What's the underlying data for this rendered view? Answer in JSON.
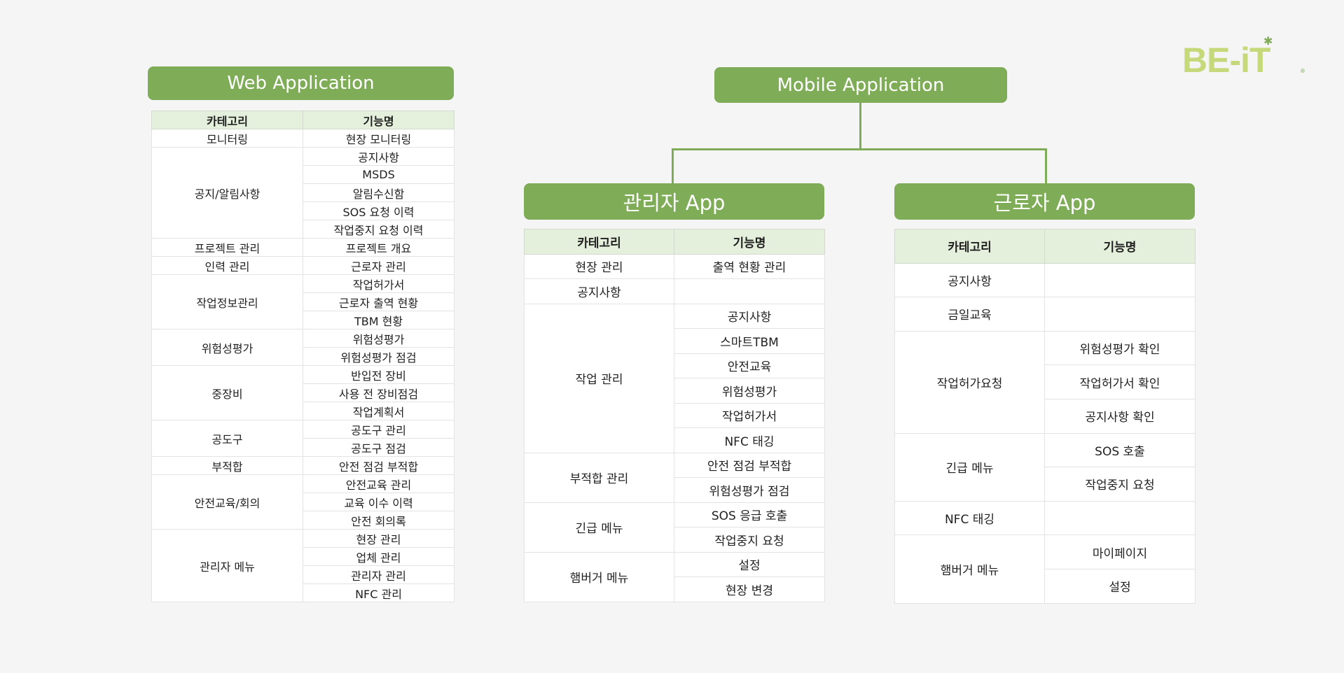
{
  "logo": {
    "text": "BE-iT"
  },
  "web": {
    "title": "Web Application",
    "headers": [
      "카테고리",
      "기능명"
    ],
    "groups": [
      {
        "category": "모니터링",
        "features": [
          "현장 모니터링"
        ]
      },
      {
        "category": "공지/알림사항",
        "features": [
          "공지사항",
          "MSDS",
          "알림수신함",
          "SOS 요청 이력",
          "작업중지 요청 이력"
        ]
      },
      {
        "category": "프로젝트 관리",
        "features": [
          "프로젝트 개요"
        ]
      },
      {
        "category": "인력 관리",
        "features": [
          "근로자 관리"
        ]
      },
      {
        "category": "작업정보관리",
        "features": [
          "작업허가서",
          "근로자 출역 현황",
          "TBM 현황"
        ]
      },
      {
        "category": "위험성평가",
        "features": [
          "위험성평가",
          "위험성평가 점검"
        ]
      },
      {
        "category": "중장비",
        "features": [
          "반입전 장비",
          "사용 전 장비점검",
          "작업계획서"
        ]
      },
      {
        "category": "공도구",
        "features": [
          "공도구 관리",
          "공도구 점검"
        ]
      },
      {
        "category": "부적합",
        "features": [
          "안전 점검 부적합"
        ]
      },
      {
        "category": "안전교육/회의",
        "features": [
          "안전교육 관리",
          "교육 이수 이력",
          "안전 회의록"
        ]
      },
      {
        "category": "관리자 메뉴",
        "features": [
          "현장 관리",
          "업체 관리",
          "관리자 관리",
          "NFC 관리"
        ]
      }
    ]
  },
  "mobile": {
    "title": "Mobile Application"
  },
  "admin": {
    "title": "관리자 App",
    "headers": [
      "카테고리",
      "기능명"
    ],
    "groups": [
      {
        "category": "현장 관리",
        "features": [
          "출역 현황 관리"
        ]
      },
      {
        "category": "공지사항",
        "features": [
          ""
        ]
      },
      {
        "category": "작업 관리",
        "features": [
          "공지사항",
          "스마트TBM",
          "안전교육",
          "위험성평가",
          "작업허가서",
          "NFC 태깅"
        ]
      },
      {
        "category": "부적합 관리",
        "features": [
          "안전 점검 부적합",
          "위험성평가 점검"
        ]
      },
      {
        "category": "긴급 메뉴",
        "features": [
          "SOS 응급 호출",
          "작업중지 요청"
        ]
      },
      {
        "category": "햄버거 메뉴",
        "features": [
          "설정",
          "현장 변경"
        ]
      }
    ]
  },
  "worker": {
    "title": "근로자 App",
    "headers": [
      "카테고리",
      "기능명"
    ],
    "groups": [
      {
        "category": "공지사항",
        "features": [
          ""
        ]
      },
      {
        "category": "금일교육",
        "features": [
          ""
        ]
      },
      {
        "category": "작업허가요청",
        "features": [
          "위험성평가 확인",
          "작업허가서 확인",
          "공지사항 확인"
        ]
      },
      {
        "category": "긴급 메뉴",
        "features": [
          "SOS 호출",
          "작업중지 요청"
        ]
      },
      {
        "category": "NFC 태깅",
        "features": [
          ""
        ]
      },
      {
        "category": "햄버거 메뉴",
        "features": [
          "마이페이지",
          "설정"
        ]
      }
    ]
  },
  "colors": {
    "accent": "#7fac57",
    "header_bg": "#e4f0dc",
    "logo_green": "#c5d97a",
    "background": "#f5f5f5"
  }
}
